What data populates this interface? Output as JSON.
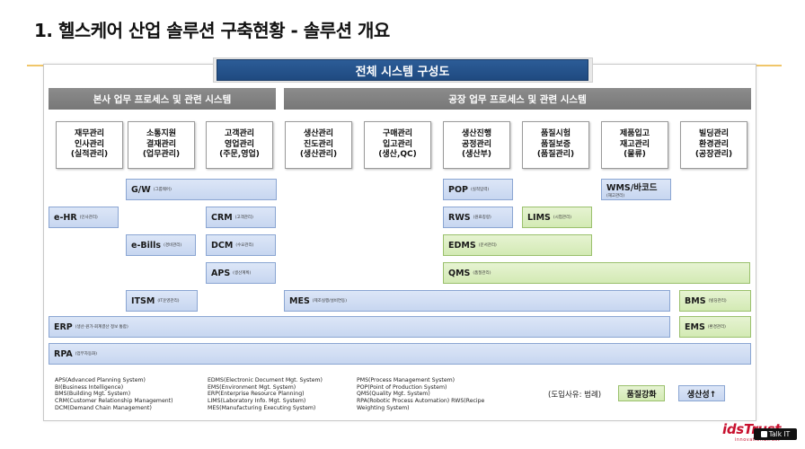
{
  "title": "1. 헬스케어 산업 솔루션 구축현황 - 솔루션 개요",
  "banner": "전체 시스템 구성도",
  "sections": {
    "left": "본사 업무 프로세스 및 관련 시스템",
    "right": "공장 업무 프로세스 및 관련 시스템"
  },
  "categories": [
    [
      "재무관리",
      "인사관리",
      "(실적관리)"
    ],
    [
      "소통지원",
      "결재관리",
      "(업무관리)"
    ],
    [
      "고객관리",
      "영업관리",
      "(주문,영업)"
    ],
    [
      "생산관리",
      "진도관리",
      "(생산관리)"
    ],
    [
      "구매관리",
      "입고관리",
      "(생산,QC)"
    ],
    [
      "생산진행",
      "공정관리",
      "(생산부)"
    ],
    [
      "품질시험",
      "품질보증",
      "(품질관리)"
    ],
    [
      "제품입고",
      "재고관리",
      "(물류)"
    ],
    [
      "빌딩관리",
      "환경관리",
      "(공장관리)"
    ]
  ],
  "systems": [
    {
      "name": "G/W",
      "sub": "(그룹웨어)",
      "color": "blue"
    },
    {
      "name": "POP",
      "sub": "(실적입력)",
      "color": "blue"
    },
    {
      "name": "WMS/바코드",
      "sub": "(재고관리)",
      "color": "blue"
    },
    {
      "name": "e-HR",
      "sub": "(인사관리)",
      "color": "blue"
    },
    {
      "name": "CRM",
      "sub": "(고객관리)",
      "color": "blue"
    },
    {
      "name": "RWS",
      "sub": "(원료칭량)",
      "color": "blue"
    },
    {
      "name": "LIMS",
      "sub": "(시험관리)",
      "color": "green"
    },
    {
      "name": "e-Bills",
      "sub": "(경비관리)",
      "color": "blue"
    },
    {
      "name": "DCM",
      "sub": "(수요관리)",
      "color": "blue"
    },
    {
      "name": "EDMS",
      "sub": "(문서관리)",
      "color": "green"
    },
    {
      "name": "APS",
      "sub": "(생산계획)",
      "color": "blue"
    },
    {
      "name": "QMS",
      "sub": "(품질관리)",
      "color": "green"
    },
    {
      "name": "ITSM",
      "sub": "(IT운영관리)",
      "color": "blue"
    },
    {
      "name": "MES",
      "sub": "(제조실행/설비연동)",
      "color": "blue"
    },
    {
      "name": "BMS",
      "sub": "(빌딩관리)",
      "color": "green"
    },
    {
      "name": "ERP",
      "sub": "(생산·원가·회계결산 정보 통합)",
      "color": "blue"
    },
    {
      "name": "EMS",
      "sub": "(환경관리)",
      "color": "green"
    },
    {
      "name": "RPA",
      "sub": "(업무자동화)",
      "color": "blue"
    }
  ],
  "glossary": [
    [
      "APS(Advanced Planning System)",
      "BI(Business Intelligence)",
      "BMS(Building Mgt. System)",
      "CRM(Customer Relationship Management)",
      "DCM(Demand Chain Management)"
    ],
    [
      "EDMS(Electronic Document Mgt. System)",
      "EMS(Environment Mgt. System)",
      "ERP(Enterprise Resource Planning)",
      "LIMS(Laboratory Info. Mgt. System)",
      "MES(Manufacturing Executing System)"
    ],
    [
      "PMS(Process Management System)",
      "POP(Point of Production System)",
      "QMS(Quality Mgt. System)",
      "RPA(Robotic Process Automation) RWS(Recipe",
      "Weighting System)"
    ]
  ],
  "legend": {
    "label": "(도입사유: 범례)",
    "quality": "품질강화",
    "production": "생산성↑"
  },
  "logo": {
    "text": "idsTrust",
    "tagline": "innovation&trust",
    "badge": "Talk IT"
  },
  "colors": {
    "banner": "#1f4a80",
    "section": "#808080",
    "system_blue": "#c7d6f0",
    "system_green": "#d3eab4",
    "accent_line": "#f0c66a",
    "logo": "#c8102e"
  }
}
